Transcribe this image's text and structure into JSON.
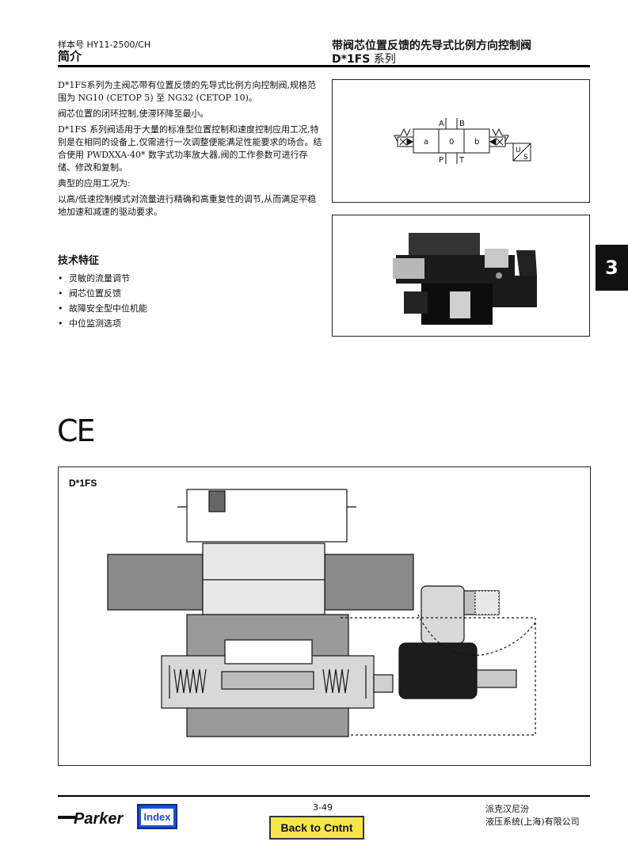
{
  "header": {
    "catalog_no": "样本号 HY11-2500/CH",
    "section": "简介",
    "title": "带阀芯位置反馈的先导式比例方向控制阀",
    "series_code": "D*1FS",
    "series_word": "系列"
  },
  "intro": {
    "p1": "D*1FS系列为主阀芯带有位置反馈的先导式比例方向控制阀,规格范围为 NG10 (CETOP 5) 至 NG32 (CETOP 10)。",
    "p2": "阀芯位置的闭环控制,使滞环降至最小。",
    "p3": "D*1FS 系列阀适用于大量的标准型位置控制和速度控制应用工况,特别是在相同的设备上,仅需进行一次调整便能满足性能要求的场合。结合使用 PWDXXA-40* 数字式功率放大器,阀的工作参数可进行存储、修改和复制。",
    "p4": "典型的应用工况为:",
    "p5": "以高/低速控制模式对流量进行精确和高重复性的调节,从而满足平稳地加速和减速的驱动要求。"
  },
  "features": {
    "title": "技术特征",
    "items": [
      "灵敏的流量调节",
      "阀芯位置反馈",
      "故障安全型中位机能",
      "中位监测选项"
    ]
  },
  "symbol": {
    "port_a": "A",
    "port_b": "B",
    "port_p": "P",
    "port_t": "T",
    "pos_a": "a",
    "pos_0": "0",
    "pos_b": "b",
    "sensor_u": "U",
    "sensor_s": "S"
  },
  "side_tab": "3",
  "ce_mark": "CE",
  "section_drawing": {
    "label": "D*1FS"
  },
  "footer": {
    "logo": "Parker",
    "index_label": "Index",
    "page": "3-49",
    "back_label": "Back to Cntnt",
    "company_1": "派克汉尼汾",
    "company_2": "液压系统(上海)有限公司"
  }
}
